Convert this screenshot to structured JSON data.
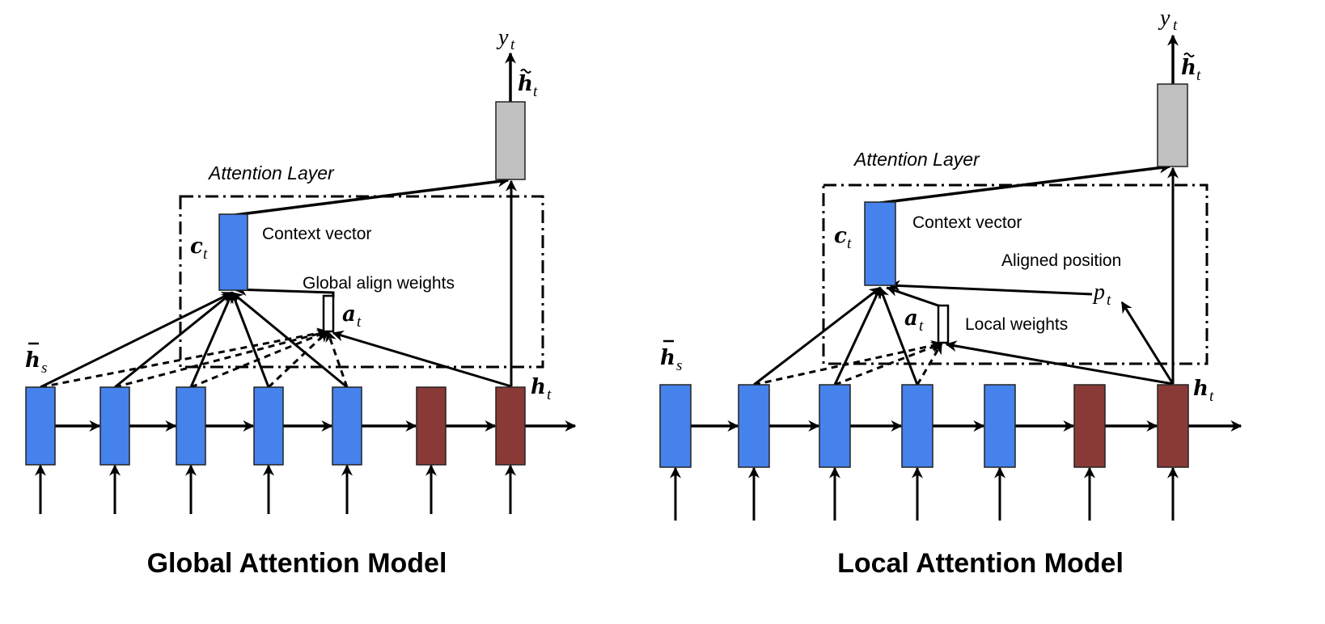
{
  "colors": {
    "encoder": "#4582EC",
    "decoder": "#8A3A36",
    "output": "#C0C0C0",
    "stroke": "#000000"
  },
  "panels": [
    {
      "id": "global",
      "caption": "Global Attention Model",
      "layer_label": "Attention Layer",
      "context_label": "Context vector",
      "weights_label": "Global align weights",
      "symbols": {
        "y": "y",
        "y_sub": "t",
        "htilde": "h",
        "htilde_sub": "t",
        "c": "c",
        "c_sub": "t",
        "a": "a",
        "a_sub": "t",
        "hbar": "h",
        "hbar_sub": "s",
        "h": "h",
        "h_sub": "t"
      },
      "encoder_states": 5,
      "decoder_states": 2,
      "attended_states": [
        1,
        2,
        3,
        4,
        5
      ]
    },
    {
      "id": "local",
      "caption": "Local Attention Model",
      "layer_label": "Attention Layer",
      "context_label": "Context vector",
      "aligned_label": "Aligned position",
      "weights_label": "Local weights",
      "symbols": {
        "y": "y",
        "y_sub": "t",
        "htilde": "h",
        "htilde_sub": "t",
        "c": "c",
        "c_sub": "t",
        "a": "a",
        "a_sub": "t",
        "p": "p",
        "p_sub": "t",
        "hbar": "h",
        "hbar_sub": "s",
        "h": "h",
        "h_sub": "t"
      },
      "encoder_states": 5,
      "decoder_states": 2,
      "attended_states": [
        2,
        3,
        4
      ]
    }
  ]
}
